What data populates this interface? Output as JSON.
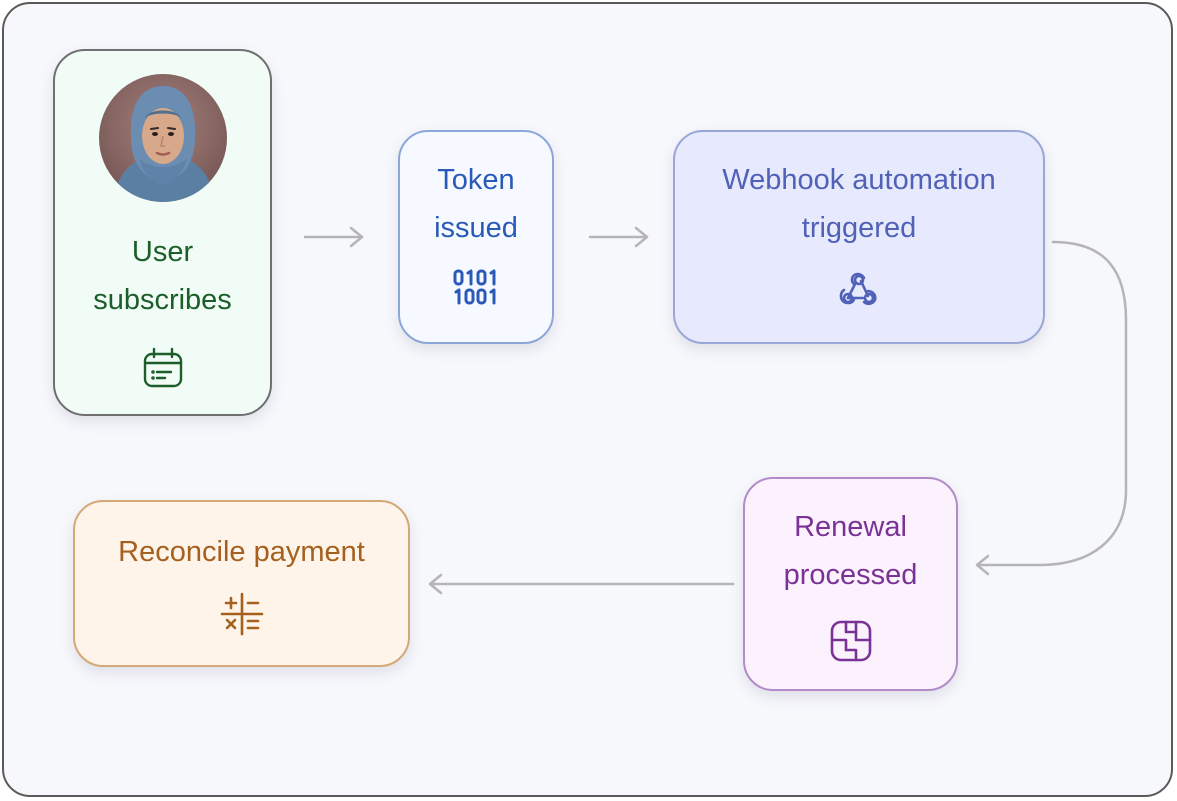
{
  "diagram": {
    "nodes": [
      {
        "id": "user",
        "label_line1": "User",
        "label_line2": "subscribes",
        "icon": "calendar-icon",
        "has_avatar": true,
        "color": "#1b5e2a"
      },
      {
        "id": "token",
        "label_line1": "Token",
        "label_line2": "issued",
        "icon": "binary-icon",
        "color": "#2a5ab8"
      },
      {
        "id": "webhook",
        "label_line1": "Webhook automation",
        "label_line2": "triggered",
        "icon": "webhook-icon",
        "color": "#5161b8"
      },
      {
        "id": "renewal",
        "label_line1": "Renewal",
        "label_line2": "processed",
        "icon": "card-chip-icon",
        "color": "#7a3296"
      },
      {
        "id": "reconcile",
        "label_line1": "Reconcile payment",
        "icon": "calculator-icon",
        "color": "#a5601f"
      }
    ],
    "edges": [
      {
        "from": "user",
        "to": "token"
      },
      {
        "from": "token",
        "to": "webhook"
      },
      {
        "from": "webhook",
        "to": "renewal"
      },
      {
        "from": "renewal",
        "to": "reconcile"
      }
    ],
    "edge_color": "#b5b5b5"
  }
}
